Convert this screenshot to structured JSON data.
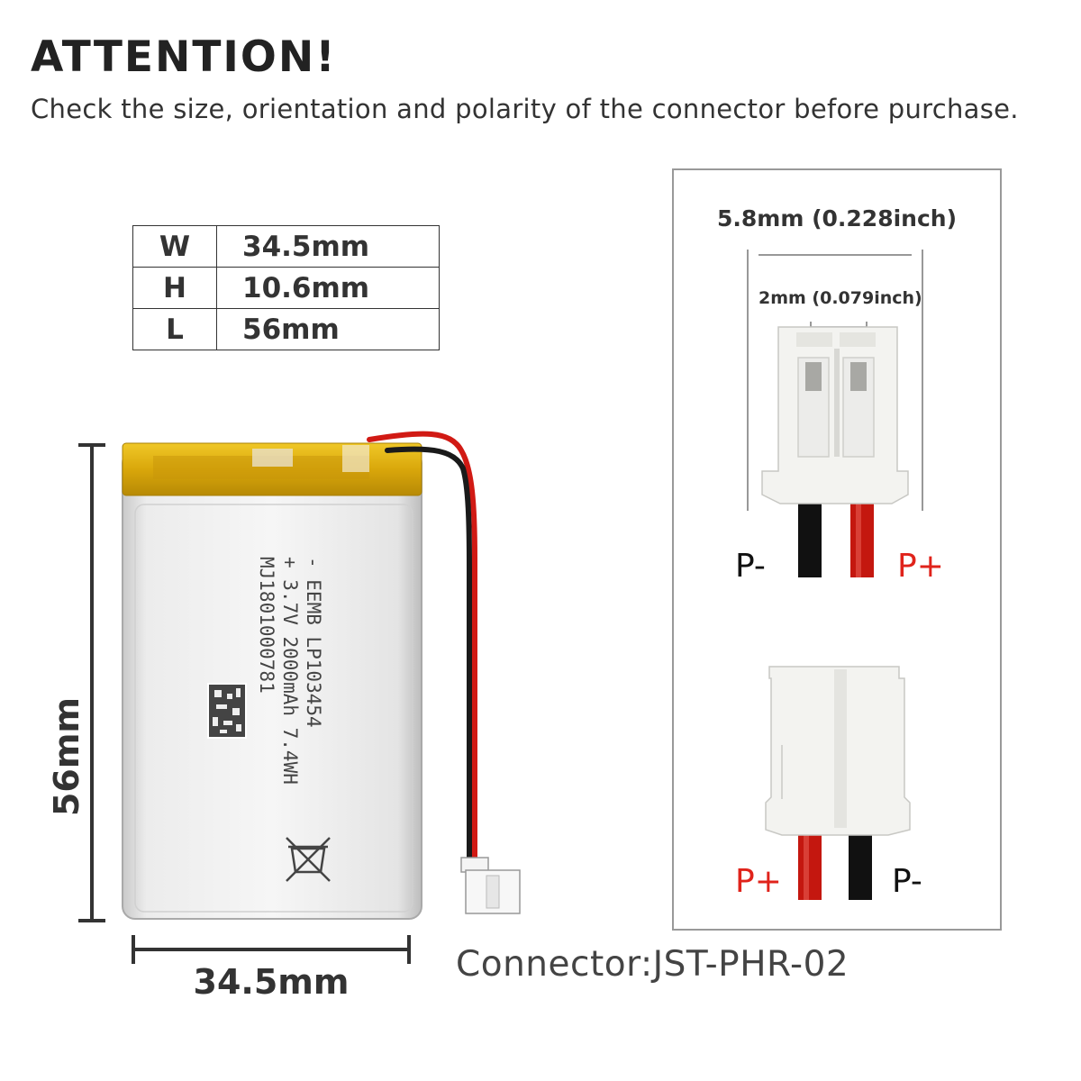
{
  "header": {
    "title": "ATTENTION!",
    "subtitle": "Check the size, orientation and polarity of the connector before purchase."
  },
  "dimensions_table": {
    "rows": [
      {
        "key": "W",
        "value": "34.5mm"
      },
      {
        "key": "H",
        "value": "10.6mm"
      },
      {
        "key": "L",
        "value": "56mm"
      }
    ]
  },
  "battery": {
    "length_label": "56mm",
    "width_label": "34.5mm",
    "label_lines": [
      "-  EEMB LP103454",
      "+  3.7V 2000mAh 7.4WH",
      "   MJ1801000781"
    ]
  },
  "connector": {
    "label": "Connector:JST-PHR-02",
    "overall_width": "5.8mm (0.228inch)",
    "pitch": "2mm (0.079inch)",
    "top_view": {
      "left": "P-",
      "right": "P+"
    },
    "bottom_view": {
      "left": "P+",
      "right": "P-"
    }
  },
  "colors": {
    "positive": "#e0231b",
    "negative": "#111111",
    "kapton": "#e2b210"
  }
}
